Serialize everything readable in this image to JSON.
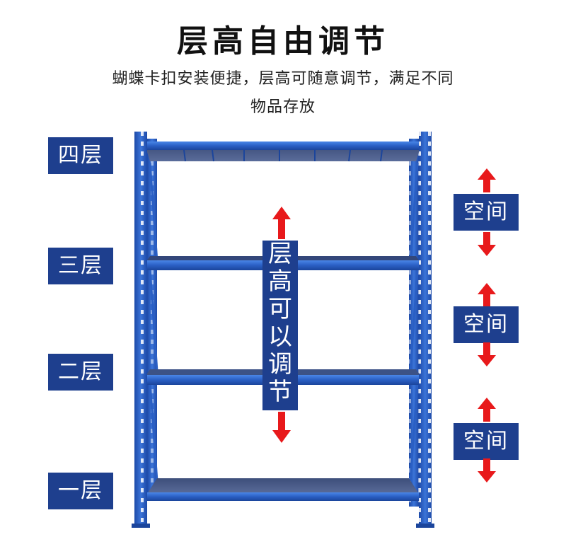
{
  "title": "层高自由调节",
  "subtitle_line1": "蝴蝶卡扣安装便捷，层高可随意调节，满足不同",
  "subtitle_line2": "物品存放",
  "levels": [
    "四层",
    "三层",
    "二层",
    "一层"
  ],
  "space_label": "空间",
  "adjust_chars": [
    "层",
    "高",
    "可",
    "以",
    "调",
    "节"
  ],
  "colors": {
    "label_bg": "#1e3f8e",
    "rack_blue": "#2a5fc4",
    "arrow_red": "#e8191b"
  }
}
